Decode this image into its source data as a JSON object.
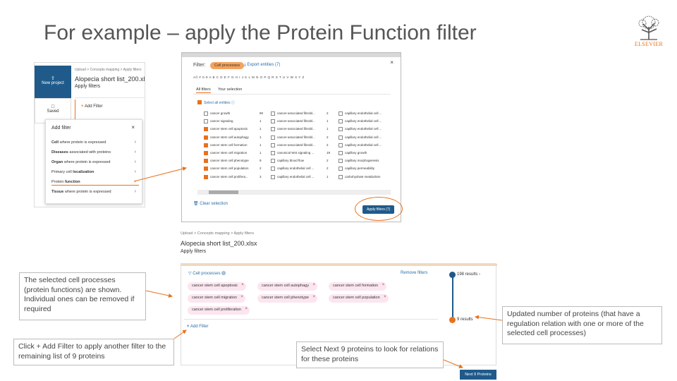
{
  "slide": {
    "title": "For example – apply the Protein Function filter",
    "logo_text": "ELSEVIER"
  },
  "panel1": {
    "breadcrumb": "Upload  >  Concepts mapping  >  Apply filters",
    "file_title": "Alopecia short list_200.xlsx",
    "subtitle": "Apply filters",
    "new_project_label": "New project",
    "saved_label": "Saved",
    "add_filter_link": "Add Filter",
    "dialog": {
      "title": "Add filter",
      "close": "×",
      "items": [
        {
          "bold": "Cell",
          "rest": " where protein is expressed"
        },
        {
          "bold": "Diseases",
          "rest": " associated with proteins"
        },
        {
          "bold": "Organ",
          "rest": " where protein is expressed"
        },
        {
          "bold": "localization",
          "pre": "Primary cell ",
          "rest": ""
        },
        {
          "bold": "function",
          "pre": "Protein ",
          "rest": ""
        },
        {
          "bold": "Tissue",
          "rest": " where protein is expressed"
        }
      ]
    }
  },
  "panel2": {
    "filter_label": "Filter:",
    "active_chip": "Cell processes",
    "export_label": "Export entities (7)",
    "close": "×",
    "alphabet": "All  #  0-9  A  B  C  D  E  F  G  H  I  J  K  L  M  N  O  P  Q  R  S  T  U  V  W  X  Y  Z",
    "tabs": [
      "All filters",
      "Your selection"
    ],
    "select_all": "Select all entities",
    "col1": [
      {
        "name": "cancer growth",
        "count": "90",
        "checked": false
      },
      {
        "name": "cancer signaling",
        "count": "1",
        "checked": false
      },
      {
        "name": "cancer stem cell apoptosis",
        "count": "1",
        "checked": true
      },
      {
        "name": "cancer stem cell autophagy",
        "count": "1",
        "checked": true
      },
      {
        "name": "cancer stem cell formation",
        "count": "1",
        "checked": true
      },
      {
        "name": "cancer stem cell migration",
        "count": "1",
        "checked": true
      },
      {
        "name": "cancer stem cell phenotype",
        "count": "9",
        "checked": true
      },
      {
        "name": "cancer stem cell population",
        "count": "2",
        "checked": true
      },
      {
        "name": "cancer stem cell prolifera...",
        "count": "3",
        "checked": true
      }
    ],
    "col2": [
      {
        "name": "cancer-associated fibrobl...",
        "count": "2"
      },
      {
        "name": "cancer-associated fibrobl...",
        "count": "1"
      },
      {
        "name": "cancer-associated fibrobl...",
        "count": "1"
      },
      {
        "name": "cancer-associated fibrobl...",
        "count": "2"
      },
      {
        "name": "cancer-associated fibrobl...",
        "count": "2"
      },
      {
        "name": "canonical Wnt signaling ...",
        "count": "19"
      },
      {
        "name": "capillary blood flow",
        "count": "2"
      },
      {
        "name": "capillary endothelial cell ...",
        "count": "2"
      },
      {
        "name": "capillary endothelial cell ...",
        "count": "1"
      }
    ],
    "col3": [
      "capillary endothelial cell ...",
      "capillary endothelial cell ...",
      "capillary endothelial cell ...",
      "capillary endothelial cell ...",
      "capillary endothelial cell ...",
      "capillary growth",
      "capillary morphogenesis",
      "capillary permeability",
      "carbohydrate metabolism"
    ],
    "clear_selection": "Clear selection",
    "apply_button": "Apply filters (7)"
  },
  "panel3": {
    "breadcrumb": "Upload  >  Concepts mapping  >  Apply filters",
    "file_title": "Alopecia short list_200.xlsx",
    "subtitle": "Apply filters",
    "cell_processes_label": "Cell processes",
    "cell_processes_badge": "7",
    "remove_filters": "Remove filters",
    "chips": [
      "cancer stem cell apoptosis",
      "cancer stem cell autophagy",
      "cancer stem cell formation",
      "cancer stem cell migration",
      "cancer stem cell phenotype",
      "cancer stem cell population",
      "cancer stem cell proliferation"
    ],
    "add_filter": "Add Filter",
    "results_top": "198 results",
    "results_bottom": "9 results",
    "next_button": "Next 9 Proteins"
  },
  "callouts": {
    "selected": "The selected cell processes (protein functions) are shown. Individual ones can be removed if required",
    "add_filter": "Click + Add Filter to apply another filter to the remaining list of 9 proteins",
    "next": "Select Next 9 proteins to look for relations for these proteins",
    "updated": "Updated number of proteins (that have a regulation relation with one or more of the selected cell processes)"
  },
  "colors": {
    "accent_orange": "#e9711c",
    "brand_blue": "#1f5a8a",
    "link_blue": "#2a6fa8",
    "chip_pink": "#fbe6ef"
  }
}
